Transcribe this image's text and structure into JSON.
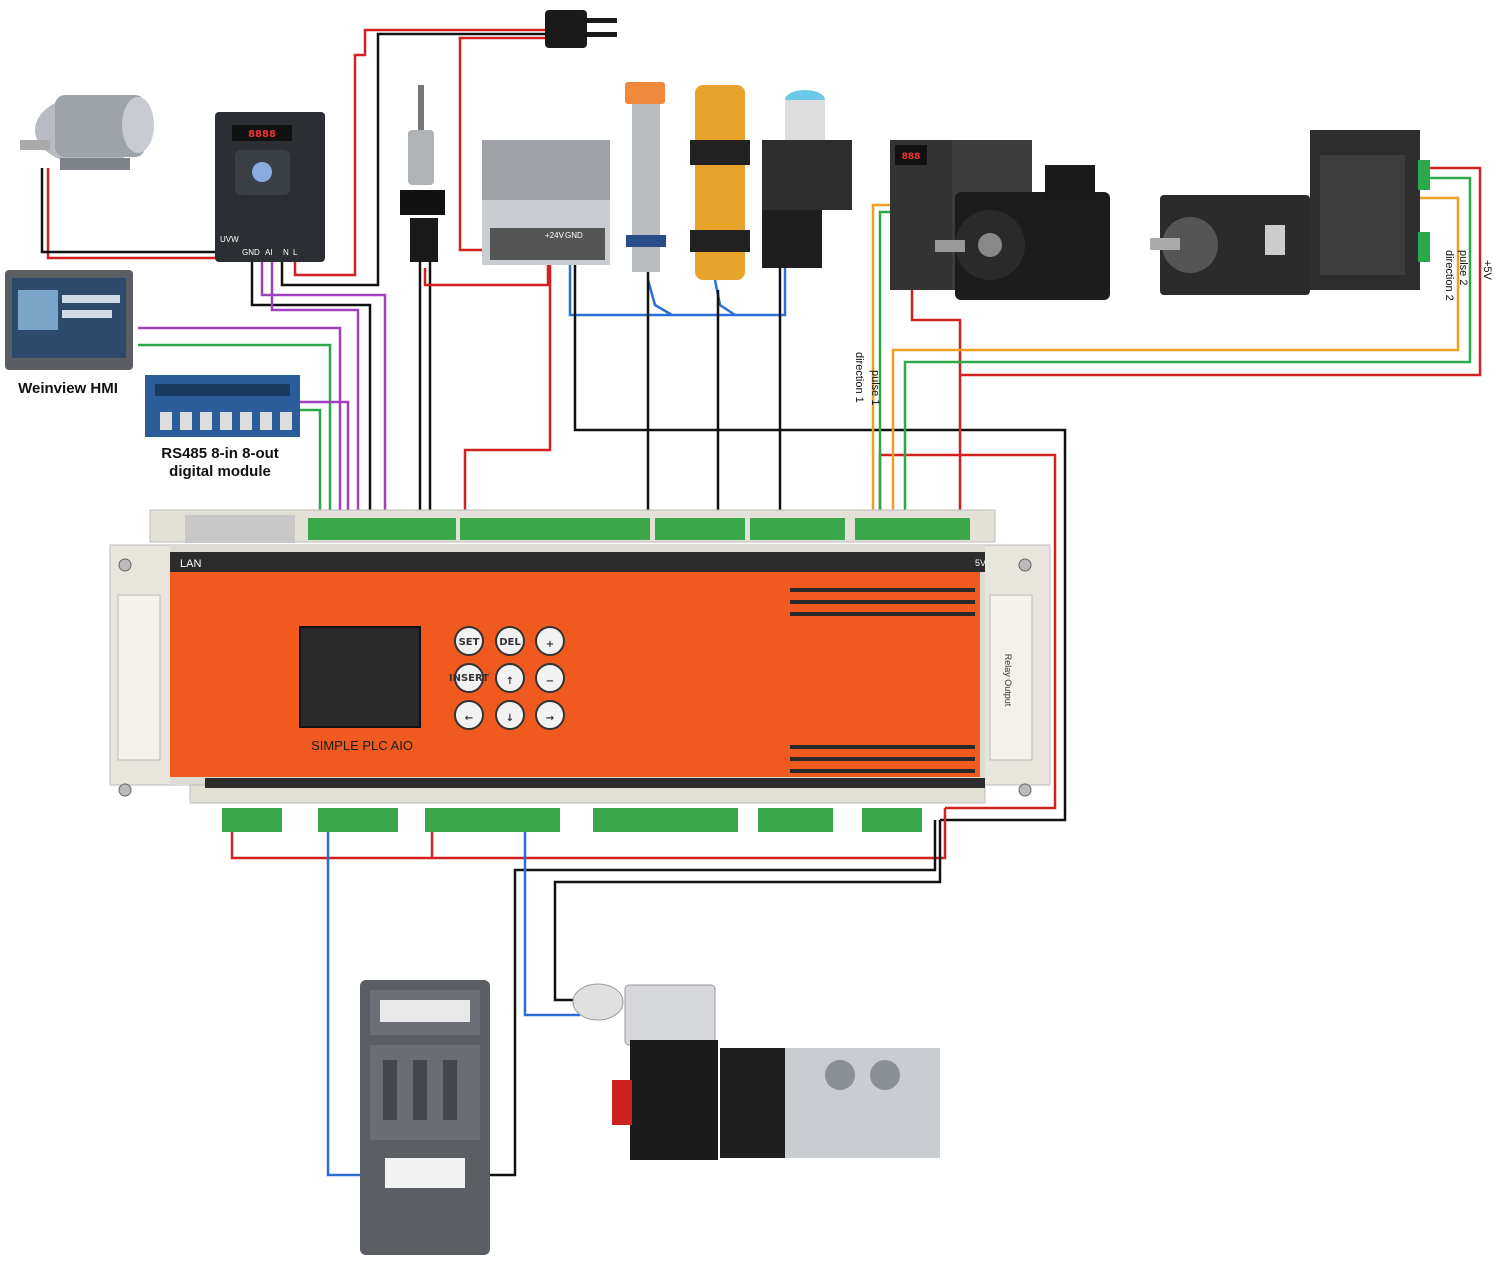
{
  "labels": {
    "hmi": "Weinview HMI",
    "rs485_line1": "RS485 8-in 8-out",
    "rs485_line2": "digital module",
    "plc_name": "SIMPLE PLC AIO",
    "lan": "LAN",
    "pulse1": "pulse 1",
    "direction1": "direction 1",
    "pulse2": "pulse 2",
    "direction2": "direction 2",
    "plus5v": "+5V",
    "relay_output": "Relay Output",
    "inverter_gnd": "GND",
    "inverter_ai": "AI",
    "inverter_n": "N",
    "inverter_l": "L",
    "inverter_uvw": "UVW",
    "psu_24v": "+24V",
    "psu_gnd": "GND",
    "plc_5v": "5V"
  },
  "keypad": {
    "set": "SET",
    "del": "DEL",
    "plus": "+",
    "insert": "INSERT",
    "up": "↑",
    "minus": "−",
    "left": "←",
    "down": "↓",
    "right": "→"
  },
  "colors": {
    "plc_orange": "#f05a1e",
    "terminal_green": "#3aa84a",
    "wire_red": "#d42020",
    "wire_black": "#111111",
    "wire_blue": "#2a6fd6",
    "wire_green": "#2ca84a",
    "wire_purple": "#a040c0",
    "wire_orange": "#f0a020"
  }
}
